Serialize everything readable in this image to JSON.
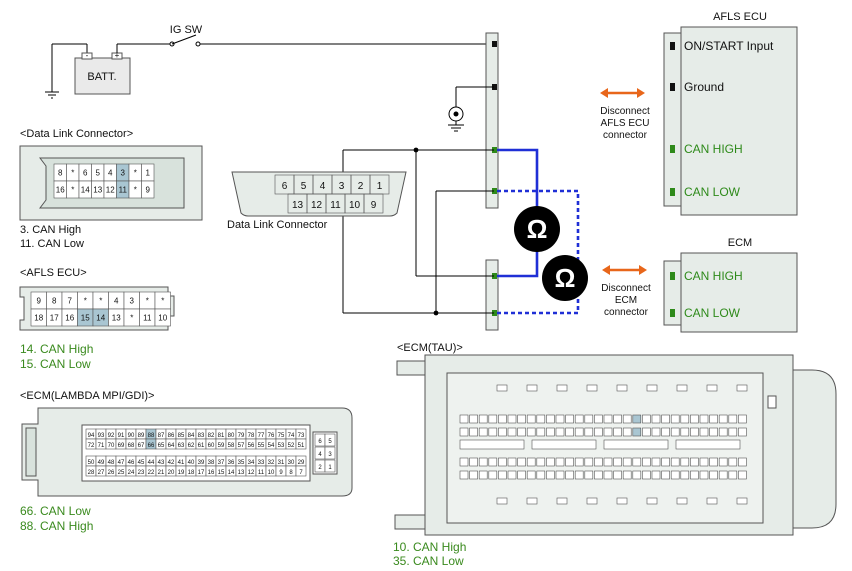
{
  "battery": {
    "label": "BATT.",
    "minus": "-",
    "plus": "+"
  },
  "ig_switch": {
    "label": "IG SW"
  },
  "dlc_left": {
    "title": "<Data Link Connector>",
    "row1": [
      "8",
      "*",
      "6",
      "5",
      "4",
      "3",
      "*",
      "1"
    ],
    "row2": [
      "16",
      "*",
      "14",
      "13",
      "12",
      "11",
      "*",
      "9"
    ],
    "notes": [
      "3. CAN High",
      "11. CAN Low"
    ]
  },
  "dlc_center": {
    "label": "Data Link Connector",
    "row1": [
      "6",
      "5",
      "4",
      "3",
      "2",
      "1"
    ],
    "row2": [
      "13",
      "12",
      "11",
      "10",
      "9"
    ]
  },
  "afls_conn": {
    "title": "<AFLS ECU>",
    "row1": [
      "9",
      "8",
      "7",
      "*",
      "*",
      "4",
      "3",
      "*",
      "*"
    ],
    "row2": [
      "18",
      "17",
      "16",
      "15",
      "14",
      "13",
      "*",
      "11",
      "10"
    ],
    "notes": [
      "14. CAN High",
      "15. CAN Low"
    ]
  },
  "ecm_lambda": {
    "title": "<ECM(LAMBDA MPI/GDI)>",
    "row1": [
      "94",
      "93",
      "92",
      "91",
      "90",
      "89",
      "88",
      "87",
      "86",
      "85",
      "84",
      "83",
      "82",
      "81",
      "80",
      "79",
      "78",
      "77",
      "76",
      "75",
      "74",
      "73"
    ],
    "row2": [
      "72",
      "71",
      "70",
      "69",
      "68",
      "67",
      "66",
      "65",
      "64",
      "63",
      "62",
      "61",
      "60",
      "59",
      "58",
      "57",
      "56",
      "55",
      "54",
      "53",
      "52",
      "51"
    ],
    "row3": [
      "50",
      "49",
      "48",
      "47",
      "46",
      "45",
      "44",
      "43",
      "42",
      "41",
      "40",
      "39",
      "38",
      "37",
      "36",
      "35",
      "34",
      "33",
      "32",
      "31",
      "30",
      "29"
    ],
    "row4": [
      "28",
      "27",
      "26",
      "25",
      "24",
      "23",
      "22",
      "21",
      "20",
      "19",
      "18",
      "17",
      "16",
      "15",
      "14",
      "13",
      "12",
      "11",
      "10",
      "9",
      "8",
      "7"
    ],
    "side": [
      "6",
      "5",
      "4",
      "3",
      "2",
      "1"
    ],
    "notes": [
      "66. CAN Low",
      "88. CAN High"
    ]
  },
  "ecm_tau": {
    "title": "<ECM(TAU)>",
    "notes": [
      "10. CAN High",
      "35. CAN Low"
    ]
  },
  "afls_ecu_box": {
    "title": "AFLS ECU",
    "pins": [
      "ON/START  Input",
      "Ground",
      "CAN HIGH",
      "CAN LOW"
    ]
  },
  "ecm_box": {
    "title": "ECM",
    "pins": [
      "CAN HIGH",
      "CAN LOW"
    ]
  },
  "disconnect_afls": [
    "Disconnect",
    "AFLS ECU",
    "connector"
  ],
  "disconnect_ecm": [
    "Disconnect",
    "ECM",
    "connector"
  ],
  "ohm_symbol": "Ω",
  "colors": {
    "can_wire": "#1f2fd6",
    "green_text": "#3a8a1e",
    "arrow": "#e8661a",
    "highlight": "#a9c6d2"
  }
}
